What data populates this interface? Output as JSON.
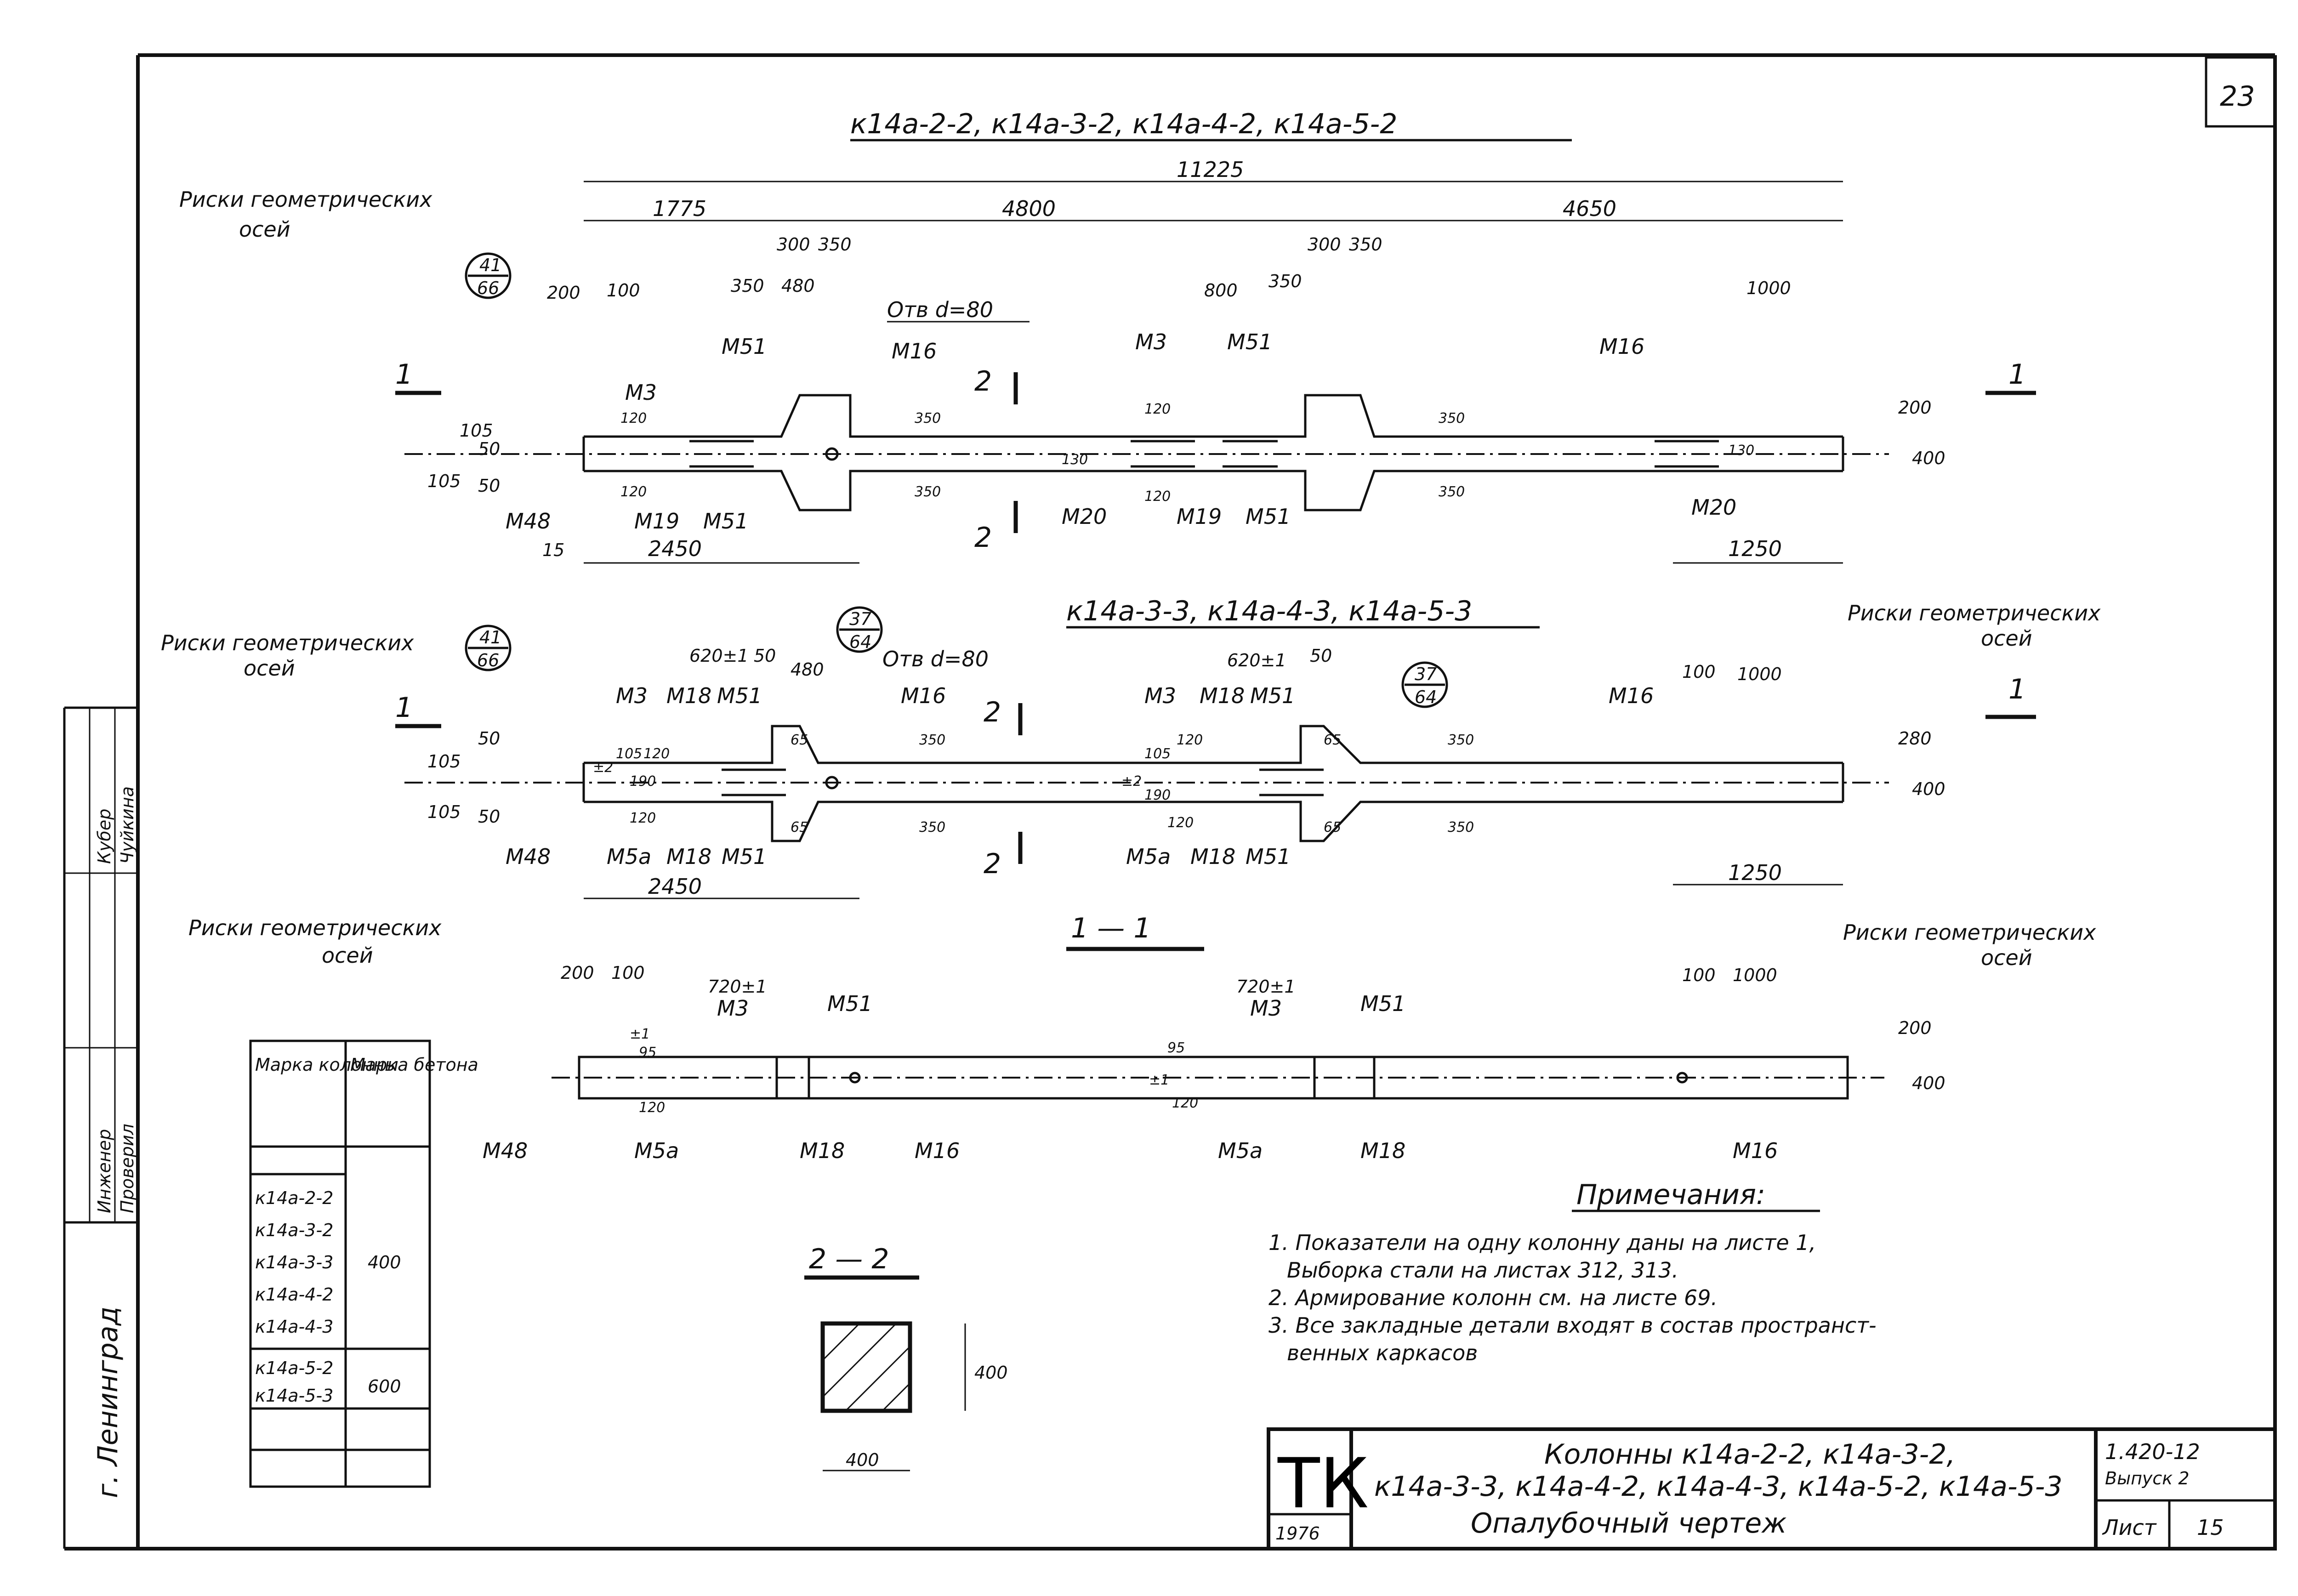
{
  "sheet_number": "23",
  "view_a": {
    "title": "к14а-2-2, к14а-3-2, к14а-4-2, к14а-5-2",
    "dims": [
      "11225",
      "1775",
      "4800",
      "4650",
      "300",
      "350",
      "300",
      "350",
      "350",
      "480",
      "800",
      "350",
      "1000",
      "200",
      "100",
      "2450",
      "1250",
      "15",
      "200",
      "400",
      "105",
      "105",
      "50",
      "50",
      "120",
      "120",
      "130",
      "130",
      "350",
      "350",
      "350",
      "350",
      "120",
      "120"
    ],
    "marks": [
      "М3",
      "М51",
      "М16",
      "М3",
      "М51",
      "М16",
      "М48",
      "М19",
      "М51",
      "М20",
      "М19",
      "М51",
      "М20"
    ],
    "hole": "Отв d=80",
    "callout": {
      "top": "41",
      "bottom": "66"
    },
    "section_marks": [
      "1",
      "1",
      "2",
      "2"
    ],
    "axes_label": [
      "Риски геометрических",
      "осей"
    ]
  },
  "view_b": {
    "title": "к14а-3-3, к14а-4-3, к14а-5-3",
    "dims": [
      "620±1",
      "50",
      "480",
      "620±1",
      "50",
      "100",
      "1000",
      "2450",
      "1250",
      "280",
      "400",
      "350",
      "350",
      "350",
      "350",
      "105",
      "105",
      "50",
      "50",
      "65",
      "65",
      "65",
      "65",
      "±2",
      "±2",
      "105",
      "120",
      "190",
      "105",
      "120",
      "190",
      "120",
      "120"
    ],
    "marks": [
      "М3",
      "М18",
      "М51",
      "М16",
      "М3",
      "М18",
      "М51",
      "М16",
      "М48",
      "М5а",
      "М18",
      "М51",
      "М5а",
      "М18",
      "М51"
    ],
    "hole": "Отв d=80",
    "callout_left": {
      "top": "41",
      "bottom": "66"
    },
    "callout_mid": {
      "top": "37",
      "bottom": "64"
    },
    "callout_right": {
      "top": "37",
      "bottom": "64"
    },
    "section_marks": [
      "1",
      "1",
      "2",
      "2"
    ],
    "axes_label_left": [
      "Риски геометрических",
      "осей"
    ],
    "axes_label_right": [
      "Риски геометрических",
      "осей"
    ]
  },
  "section_1": {
    "title": "1 — 1",
    "dims": [
      "200",
      "100",
      "720±1",
      "720±1",
      "100",
      "1000",
      "200",
      "400",
      "95",
      "95",
      "±1",
      "±1",
      "120",
      "120"
    ],
    "marks": [
      "М3",
      "М51",
      "М3",
      "М51",
      "М48",
      "М5а",
      "М18",
      "М16",
      "М5а",
      "М18",
      "М16"
    ],
    "axes_label_left": [
      "Риски геометрических",
      "осей"
    ],
    "axes_label_right": [
      "Риски геометрических",
      "осей"
    ]
  },
  "section_2": {
    "title": "2 — 2",
    "dims": [
      "400",
      "400"
    ]
  },
  "concrete_table": {
    "headers": [
      "Марка колонны",
      "Марка бетона"
    ],
    "rows": [
      {
        "col": "к14а-2-2",
        "grade": ""
      },
      {
        "col": "к14а-3-2",
        "grade": ""
      },
      {
        "col": "к14а-3-3",
        "grade": "400"
      },
      {
        "col": "к14а-4-2",
        "grade": ""
      },
      {
        "col": "к14а-4-3",
        "grade": ""
      },
      {
        "col": "к14а-5-2",
        "grade": "600"
      },
      {
        "col": "к14а-5-3",
        "grade": ""
      }
    ]
  },
  "notes": {
    "heading": "Примечания:",
    "lines": [
      "1. Показатели на одну колонну даны на листе 1,",
      "Выборка стали на листах 312, 313.",
      "2. Армирование колонн см. на листе 69.",
      "3. Все закладные детали входят в состав пространст-",
      "венных каркасов"
    ]
  },
  "title_block": {
    "org": "ТК",
    "year": "1976",
    "title_line1": "Колонны к14а-2-2, к14а-3-2,",
    "title_line2": "к14а-3-3, к14а-4-2, к14а-4-3, к14а-5-2, к14а-5-3",
    "title_line3": "Опалубочный чертеж",
    "series": "1.420-12",
    "issue": "Выпуск 2",
    "sheet_label": "Лист",
    "sheet_no": "15"
  },
  "side_stamp": {
    "city": "г. Ленинград",
    "roles": [
      "Инженер",
      "Проверил"
    ],
    "names": [
      "Кубер",
      "Чуйкина"
    ]
  }
}
